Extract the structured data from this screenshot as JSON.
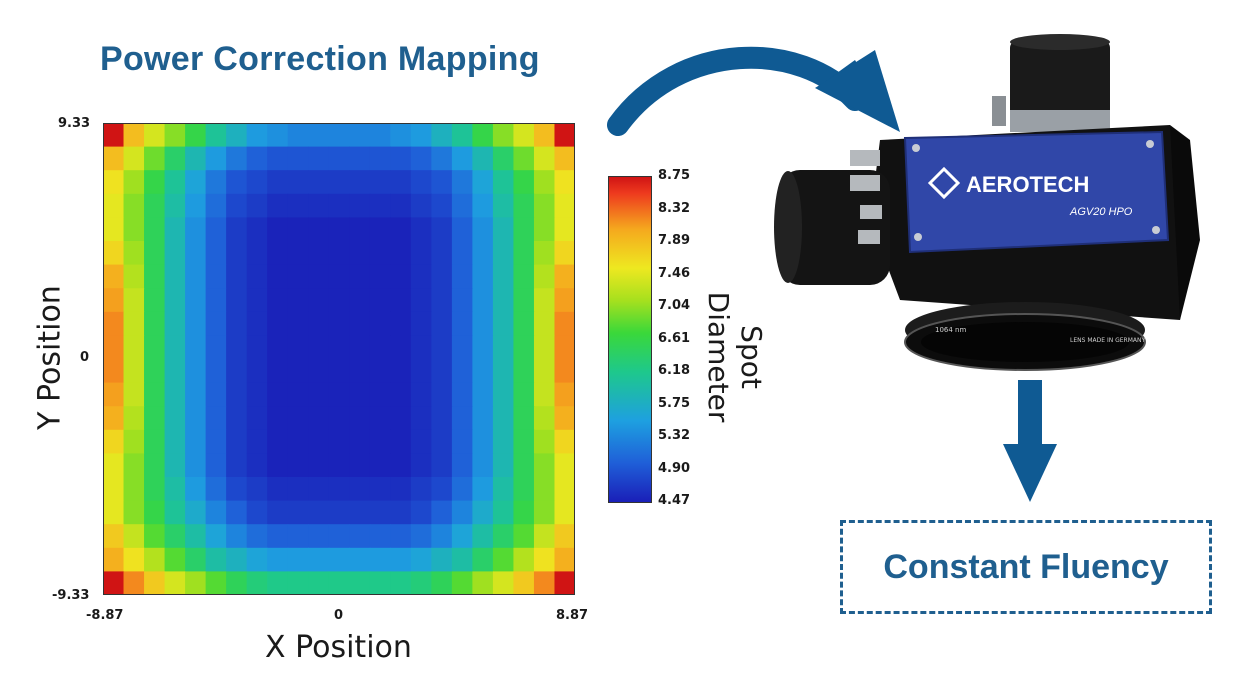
{
  "title": "Power Correction Mapping",
  "colors": {
    "accent": "#1f5f8f",
    "arrow": "#0f5a93",
    "device_panel": "#3047a8"
  },
  "chart_data": {
    "type": "heatmap",
    "xlabel": "X Position",
    "ylabel": "Y Position",
    "xlim": [
      -8.87,
      8.87
    ],
    "ylim": [
      -9.33,
      9.33
    ],
    "x_ticks": [
      "-8.87",
      "0",
      "8.87"
    ],
    "y_ticks": [
      "9.33",
      "0",
      "-9.33"
    ],
    "colorbar": {
      "label": "Spot Diameter",
      "min": 4.47,
      "max": 8.75,
      "ticks": [
        "8.75",
        "8.32",
        "7.89",
        "7.46",
        "7.04",
        "6.61",
        "6.18",
        "5.75",
        "5.32",
        "4.90",
        "4.47"
      ]
    },
    "grid": [
      [
        8.75,
        7.9,
        7.4,
        7.0,
        6.6,
        6.1,
        5.8,
        5.5,
        5.4,
        5.3,
        5.3,
        5.3,
        5.3,
        5.3,
        5.4,
        5.5,
        5.8,
        6.1,
        6.6,
        7.0,
        7.4,
        7.9,
        8.75
      ],
      [
        7.9,
        7.4,
        6.9,
        6.4,
        5.9,
        5.5,
        5.2,
        5.0,
        4.9,
        4.9,
        4.9,
        4.9,
        4.9,
        4.9,
        4.9,
        5.0,
        5.2,
        5.5,
        5.9,
        6.4,
        6.9,
        7.4,
        7.9
      ],
      [
        7.6,
        7.1,
        6.6,
        6.1,
        5.6,
        5.2,
        4.9,
        4.8,
        4.7,
        4.7,
        4.7,
        4.7,
        4.7,
        4.7,
        4.7,
        4.8,
        4.9,
        5.2,
        5.6,
        6.1,
        6.6,
        7.1,
        7.6
      ],
      [
        7.5,
        7.0,
        6.5,
        6.0,
        5.5,
        5.1,
        4.8,
        4.7,
        4.6,
        4.6,
        4.6,
        4.6,
        4.6,
        4.6,
        4.6,
        4.7,
        4.8,
        5.1,
        5.5,
        6.0,
        6.5,
        7.0,
        7.5
      ],
      [
        7.5,
        7.0,
        6.5,
        5.9,
        5.4,
        5.0,
        4.7,
        4.6,
        4.5,
        4.5,
        4.5,
        4.5,
        4.5,
        4.5,
        4.5,
        4.6,
        4.7,
        5.0,
        5.4,
        5.9,
        6.5,
        7.0,
        7.5
      ],
      [
        7.7,
        7.1,
        6.5,
        5.9,
        5.4,
        5.0,
        4.7,
        4.6,
        4.5,
        4.5,
        4.5,
        4.5,
        4.5,
        4.5,
        4.5,
        4.6,
        4.7,
        5.0,
        5.4,
        5.9,
        6.5,
        7.1,
        7.7
      ],
      [
        8.0,
        7.2,
        6.5,
        5.9,
        5.4,
        5.0,
        4.7,
        4.6,
        4.5,
        4.5,
        4.5,
        4.5,
        4.5,
        4.5,
        4.5,
        4.6,
        4.7,
        5.0,
        5.4,
        5.9,
        6.5,
        7.2,
        8.0
      ],
      [
        8.1,
        7.3,
        6.5,
        5.9,
        5.4,
        5.0,
        4.7,
        4.6,
        4.5,
        4.5,
        4.5,
        4.5,
        4.5,
        4.5,
        4.5,
        4.6,
        4.7,
        5.0,
        5.4,
        5.9,
        6.5,
        7.3,
        8.1
      ],
      [
        8.2,
        7.3,
        6.5,
        5.9,
        5.4,
        5.0,
        4.7,
        4.6,
        4.5,
        4.5,
        4.5,
        4.5,
        4.5,
        4.5,
        4.5,
        4.6,
        4.7,
        5.0,
        5.4,
        5.9,
        6.5,
        7.3,
        8.2
      ],
      [
        8.2,
        7.3,
        6.5,
        5.9,
        5.4,
        5.0,
        4.7,
        4.6,
        4.5,
        4.5,
        4.5,
        4.5,
        4.5,
        4.5,
        4.5,
        4.6,
        4.7,
        5.0,
        5.4,
        5.9,
        6.5,
        7.3,
        8.2
      ],
      [
        8.2,
        7.3,
        6.5,
        5.9,
        5.4,
        5.0,
        4.7,
        4.6,
        4.5,
        4.5,
        4.5,
        4.5,
        4.5,
        4.5,
        4.5,
        4.6,
        4.7,
        5.0,
        5.4,
        5.9,
        6.5,
        7.3,
        8.2
      ],
      [
        8.1,
        7.3,
        6.5,
        5.9,
        5.4,
        5.0,
        4.7,
        4.6,
        4.5,
        4.5,
        4.5,
        4.5,
        4.5,
        4.5,
        4.5,
        4.6,
        4.7,
        5.0,
        5.4,
        5.9,
        6.5,
        7.3,
        8.1
      ],
      [
        8.0,
        7.2,
        6.5,
        5.9,
        5.4,
        5.0,
        4.7,
        4.6,
        4.5,
        4.5,
        4.5,
        4.5,
        4.5,
        4.5,
        4.5,
        4.6,
        4.7,
        5.0,
        5.4,
        5.9,
        6.5,
        7.2,
        8.0
      ],
      [
        7.7,
        7.1,
        6.5,
        5.9,
        5.4,
        5.0,
        4.7,
        4.6,
        4.5,
        4.5,
        4.5,
        4.5,
        4.5,
        4.5,
        4.5,
        4.6,
        4.7,
        5.0,
        5.4,
        5.9,
        6.5,
        7.1,
        7.7
      ],
      [
        7.5,
        7.0,
        6.5,
        5.9,
        5.4,
        5.0,
        4.7,
        4.6,
        4.5,
        4.5,
        4.5,
        4.5,
        4.5,
        4.5,
        4.5,
        4.6,
        4.7,
        5.0,
        5.4,
        5.9,
        6.5,
        7.0,
        7.5
      ],
      [
        7.5,
        7.0,
        6.5,
        6.0,
        5.5,
        5.1,
        4.8,
        4.7,
        4.6,
        4.6,
        4.6,
        4.6,
        4.6,
        4.6,
        4.6,
        4.7,
        4.8,
        5.1,
        5.5,
        6.0,
        6.5,
        7.0,
        7.5
      ],
      [
        7.5,
        7.0,
        6.6,
        6.1,
        5.7,
        5.3,
        5.0,
        4.8,
        4.7,
        4.7,
        4.7,
        4.7,
        4.7,
        4.7,
        4.7,
        4.8,
        5.0,
        5.3,
        5.7,
        6.1,
        6.6,
        7.0,
        7.5
      ],
      [
        7.8,
        7.3,
        6.8,
        6.4,
        6.0,
        5.6,
        5.3,
        5.1,
        5.0,
        5.0,
        5.0,
        5.0,
        5.0,
        5.0,
        5.0,
        5.1,
        5.3,
        5.6,
        6.0,
        6.4,
        6.8,
        7.3,
        7.8
      ],
      [
        8.0,
        7.6,
        7.2,
        6.8,
        6.4,
        6.0,
        5.8,
        5.6,
        5.5,
        5.5,
        5.5,
        5.5,
        5.5,
        5.5,
        5.5,
        5.6,
        5.8,
        6.0,
        6.4,
        6.8,
        7.2,
        7.6,
        8.0
      ],
      [
        8.75,
        8.2,
        7.8,
        7.4,
        7.1,
        6.8,
        6.5,
        6.3,
        6.2,
        6.2,
        6.2,
        6.2,
        6.2,
        6.2,
        6.2,
        6.3,
        6.5,
        6.8,
        7.1,
        7.4,
        7.8,
        8.2,
        8.75
      ]
    ]
  },
  "product": {
    "brand": "AEROTECH",
    "model": "AGV20 HPO",
    "lens_text_1": "1064 nm",
    "lens_text_2": "LENS MADE IN GERMANY"
  },
  "output_label": "Constant Fluency"
}
